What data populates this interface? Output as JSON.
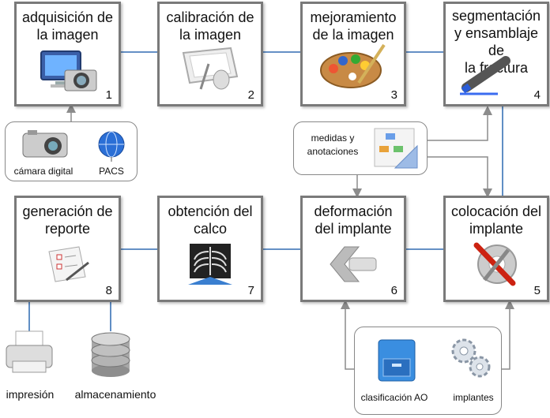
{
  "steps": [
    {
      "title": "adquisición de\nla imagen",
      "number": "1"
    },
    {
      "title": "calibración de\nla imagen",
      "number": "2"
    },
    {
      "title": "mejoramiento\nde la imagen",
      "number": "3"
    },
    {
      "title": "segmentación\ny ensamblaje de\nla fractura",
      "number": "4"
    },
    {
      "title": "colocación del\nimplante",
      "number": "5"
    },
    {
      "title": "deformación\ndel implante",
      "number": "6"
    },
    {
      "title": "obtención del\ncalco",
      "number": "7"
    },
    {
      "title": "generación de\nreporte",
      "number": "8"
    }
  ],
  "sources": {
    "camera": "cámara digital",
    "pacs": "PACS"
  },
  "measures": {
    "label": "medidas y\nanotaciones"
  },
  "library": {
    "classification": "clasificación AO",
    "implants": "implantes"
  },
  "outputs": {
    "print": "impresión",
    "storage": "almacenamiento"
  },
  "colors": {
    "box_border": "#7a7a7a",
    "link_blue": "#4f81bd",
    "arrow_gray": "#8c8c8c"
  }
}
